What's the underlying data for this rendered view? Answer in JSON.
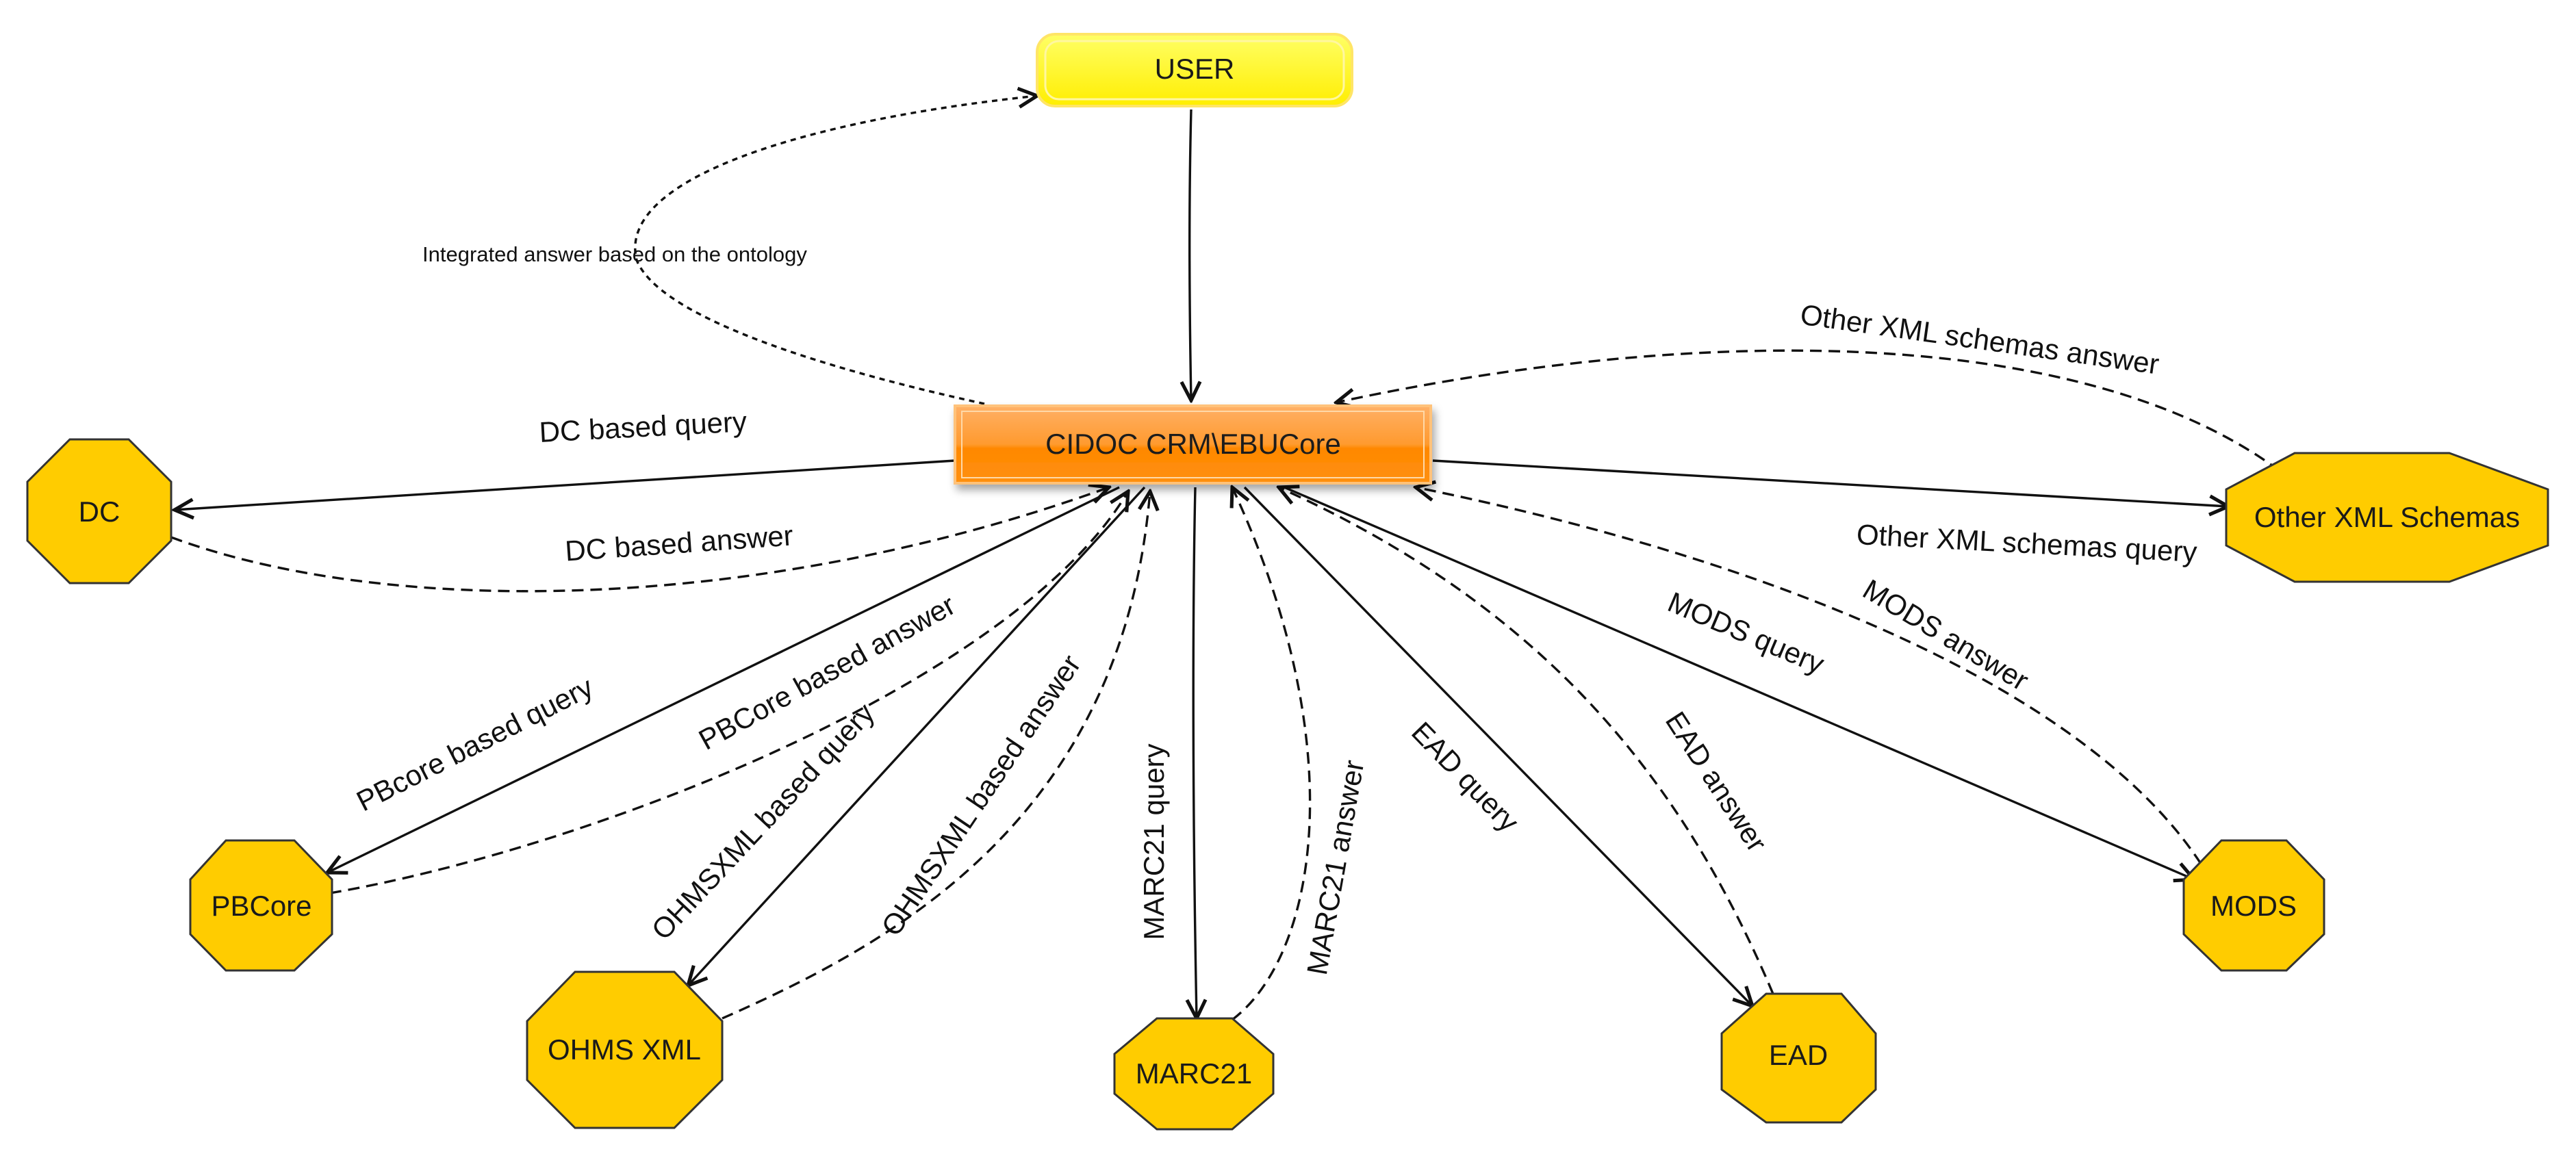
{
  "colors": {
    "user_fill": "#FFFF00",
    "user_border": "#FFE066",
    "hub_fill_top": "#FFB066",
    "hub_fill_bottom": "#FF8800",
    "node_fill": "#FFCC00",
    "node_border": "#333333",
    "edge": "#111111"
  },
  "nodes": {
    "user": "USER",
    "hub": "CIDOC CRM\\EBUCore",
    "dc": "DC",
    "pbcore": "PBCore",
    "ohms": "OHMS XML",
    "marc21": "MARC21",
    "ead": "EAD",
    "mods": "MODS",
    "other": "Other XML Schemas"
  },
  "edges": {
    "user_answer": "Integrated answer based on the ontology",
    "dc_query": "DC based query",
    "dc_answer": "DC based answer",
    "pbcore_query": "PBcore based query",
    "pbcore_answer": "PBCore based answer",
    "ohms_query": "OHMSXML based query",
    "ohms_answer": "OHMSXML based answer",
    "marc21_query": "MARC21 query",
    "marc21_answer": "MARC21 answer",
    "ead_query": "EAD query",
    "ead_answer": "EAD answer",
    "mods_query": "MODS query",
    "mods_answer": "MODS answer",
    "other_query": "Other XML schemas query",
    "other_answer": "Other XML schemas answer"
  }
}
